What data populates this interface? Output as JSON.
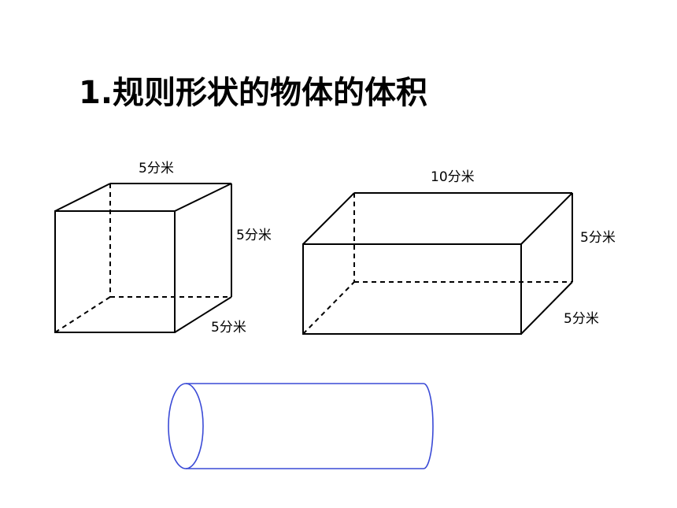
{
  "title": "1.规则形状的物体的体积",
  "cube": {
    "top_label": "5分米",
    "right_label": "5分米",
    "bottom_label": "5分米"
  },
  "cuboid": {
    "top_label": "10分米",
    "right_label": "5分米",
    "bottom_label": "5分米"
  },
  "colors": {
    "solid_edge": "#000000",
    "hidden_edge": "#000000",
    "cylinder_edge": "#3a4ad6",
    "background": "#ffffff"
  }
}
